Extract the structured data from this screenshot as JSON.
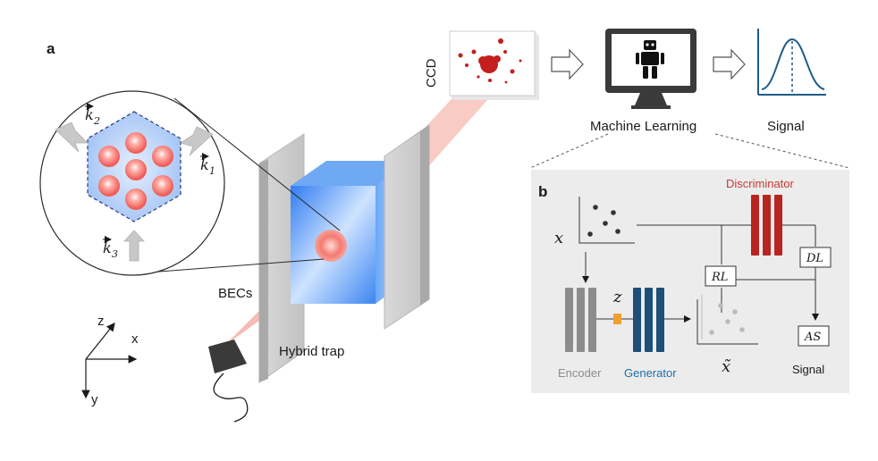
{
  "panel_a": {
    "label": "a",
    "ccd_label": "CCD",
    "ml_label": "Machine Learning",
    "signal_label": "Signal",
    "becs_label": "BECs",
    "trap_label": "Hybrid trap",
    "k1": "k",
    "k1_sub": "1",
    "k2": "k",
    "k2_sub": "2",
    "k3": "k",
    "k3_sub": "3",
    "axis_z": "z",
    "axis_x": "x",
    "axis_y": "y"
  },
  "panel_b": {
    "label": "b",
    "discriminator": "Discriminator",
    "x_var": "x",
    "z_var": "z",
    "xtilde_var": "x̃",
    "rl": "RL",
    "dl": "DL",
    "as": "AS",
    "encoder": "Encoder",
    "generator": "Generator",
    "signal": "Signal"
  },
  "colors": {
    "discriminator": "#b8241f",
    "generator": "#1e5f8c",
    "encoder": "#8c8c8c",
    "latent": "#f0a030",
    "beam": "#f4a7a0",
    "cube": "#3d8cf0"
  }
}
